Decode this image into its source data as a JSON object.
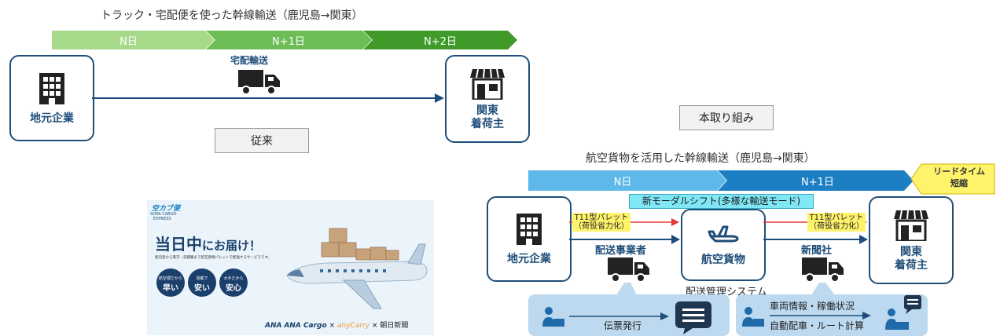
{
  "conventional": {
    "title": "トラック・宅配便を使った幹線輸送（鹿児島→関東）",
    "days": [
      "N日",
      "N+1日",
      "N+2日"
    ],
    "origin": "地元企業",
    "destination_line1": "関東",
    "destination_line2": "着荷主",
    "transport_label": "宅配輸送",
    "tag": "従来"
  },
  "new_initiative": {
    "tag": "本取り組み",
    "title": "航空貨物を活用した幹線輸送（鹿児島→関東）",
    "days": [
      "N日",
      "N+1日"
    ],
    "lead_time_line1": "リードタイム",
    "lead_time_line2": "短縮",
    "modal_shift": "新モーダルシフト(多様な輸送モード)",
    "origin": "地元企業",
    "hub": "航空貨物",
    "destination_line1": "関東",
    "destination_line2": "着荷主",
    "pallet_left_line1": "T11型パレット",
    "pallet_left_line2": "（荷役省力化）",
    "pallet_right_line1": "T11型パレット",
    "pallet_right_line2": "（荷役省力化）",
    "carrier_left": "配送事業者",
    "carrier_right": "新聞社",
    "system_label": "配送管理システム",
    "slip_label": "伝票発行",
    "vehicle_info": "車両情報・稼働状況",
    "auto_dispatch": "自動配車・ルート計算"
  },
  "ad": {
    "brand_line1": "空カブ便",
    "brand_line2": "SORA CARGO",
    "brand_line3": "EXPRESS",
    "headline_a": "当日中",
    "headline_b": "にお届け！",
    "subtext": "鹿児島から東京・首都圏まで航空貨物パレットで配送するサービスです。",
    "badge1_line1": "航空便だから",
    "badge1_line2": "早い",
    "badge2_line1": "混載で",
    "badge2_line2": "安い",
    "badge3_line1": "大手だから",
    "badge3_line2": "安心",
    "footer_ana": "ANA",
    "footer_cargo": "ANA Cargo",
    "footer_x1": "×",
    "footer_any": "anyCarry",
    "footer_x2": "×",
    "footer_news": "朝日新聞"
  },
  "colors": {
    "green_light": "#9bd17a",
    "green_dark": "#3f9a2a",
    "blue_light": "#5fb8ea",
    "blue_dark": "#1c7fc4",
    "navy": "#1f4e79",
    "yellow": "#fff36b",
    "cyan_band": "#7fe7f5",
    "red": "#e53935"
  }
}
